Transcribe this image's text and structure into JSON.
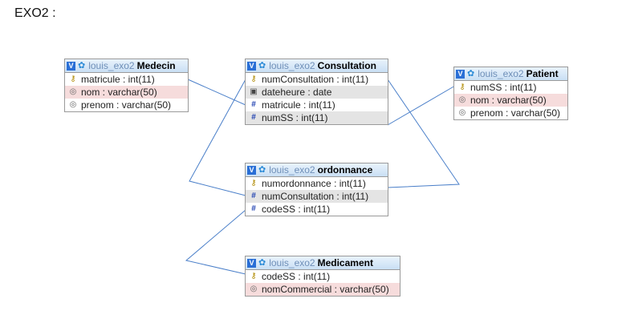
{
  "page": {
    "title": "EXO2 :"
  },
  "tables": {
    "medecin": {
      "db": "louis_exo2",
      "name": "Medecin",
      "columns": [
        {
          "label": "matricule : int(11)",
          "icon": "key-icon"
        },
        {
          "label": "nom : varchar(50)",
          "icon": "text-field-icon"
        },
        {
          "label": "prenom : varchar(50)",
          "icon": "text-field-icon"
        }
      ]
    },
    "consultation": {
      "db": "louis_exo2",
      "name": "Consultation",
      "columns": [
        {
          "label": "numConsultation : int(11)",
          "icon": "key-icon"
        },
        {
          "label": "dateheure : date",
          "icon": "calendar-icon"
        },
        {
          "label": "matricule : int(11)",
          "icon": "hash-icon"
        },
        {
          "label": "numSS : int(11)",
          "icon": "hash-icon"
        }
      ]
    },
    "patient": {
      "db": "louis_exo2",
      "name": "Patient",
      "columns": [
        {
          "label": "numSS : int(11)",
          "icon": "key-icon"
        },
        {
          "label": "nom : varchar(50)",
          "icon": "text-field-icon"
        },
        {
          "label": "prenom : varchar(50)",
          "icon": "text-field-icon"
        }
      ]
    },
    "ordonnance": {
      "db": "louis_exo2",
      "name": "ordonnance",
      "columns": [
        {
          "label": "numordonnance : int(11)",
          "icon": "key-icon"
        },
        {
          "label": "numConsultation : int(11)",
          "icon": "hash-icon"
        },
        {
          "label": "codeSS : int(11)",
          "icon": "hash-icon"
        }
      ]
    },
    "medicament": {
      "db": "louis_exo2",
      "name": "Medicament",
      "columns": [
        {
          "label": "codeSS : int(11)",
          "icon": "key-icon"
        },
        {
          "label": "nomCommercial : varchar(50)",
          "icon": "text-field-icon"
        }
      ]
    }
  },
  "colors": {
    "link": "#4a7fc9",
    "header": "#c9dff4",
    "pink_row": "#f6dcdc",
    "grey_row": "#e4e4e4"
  }
}
